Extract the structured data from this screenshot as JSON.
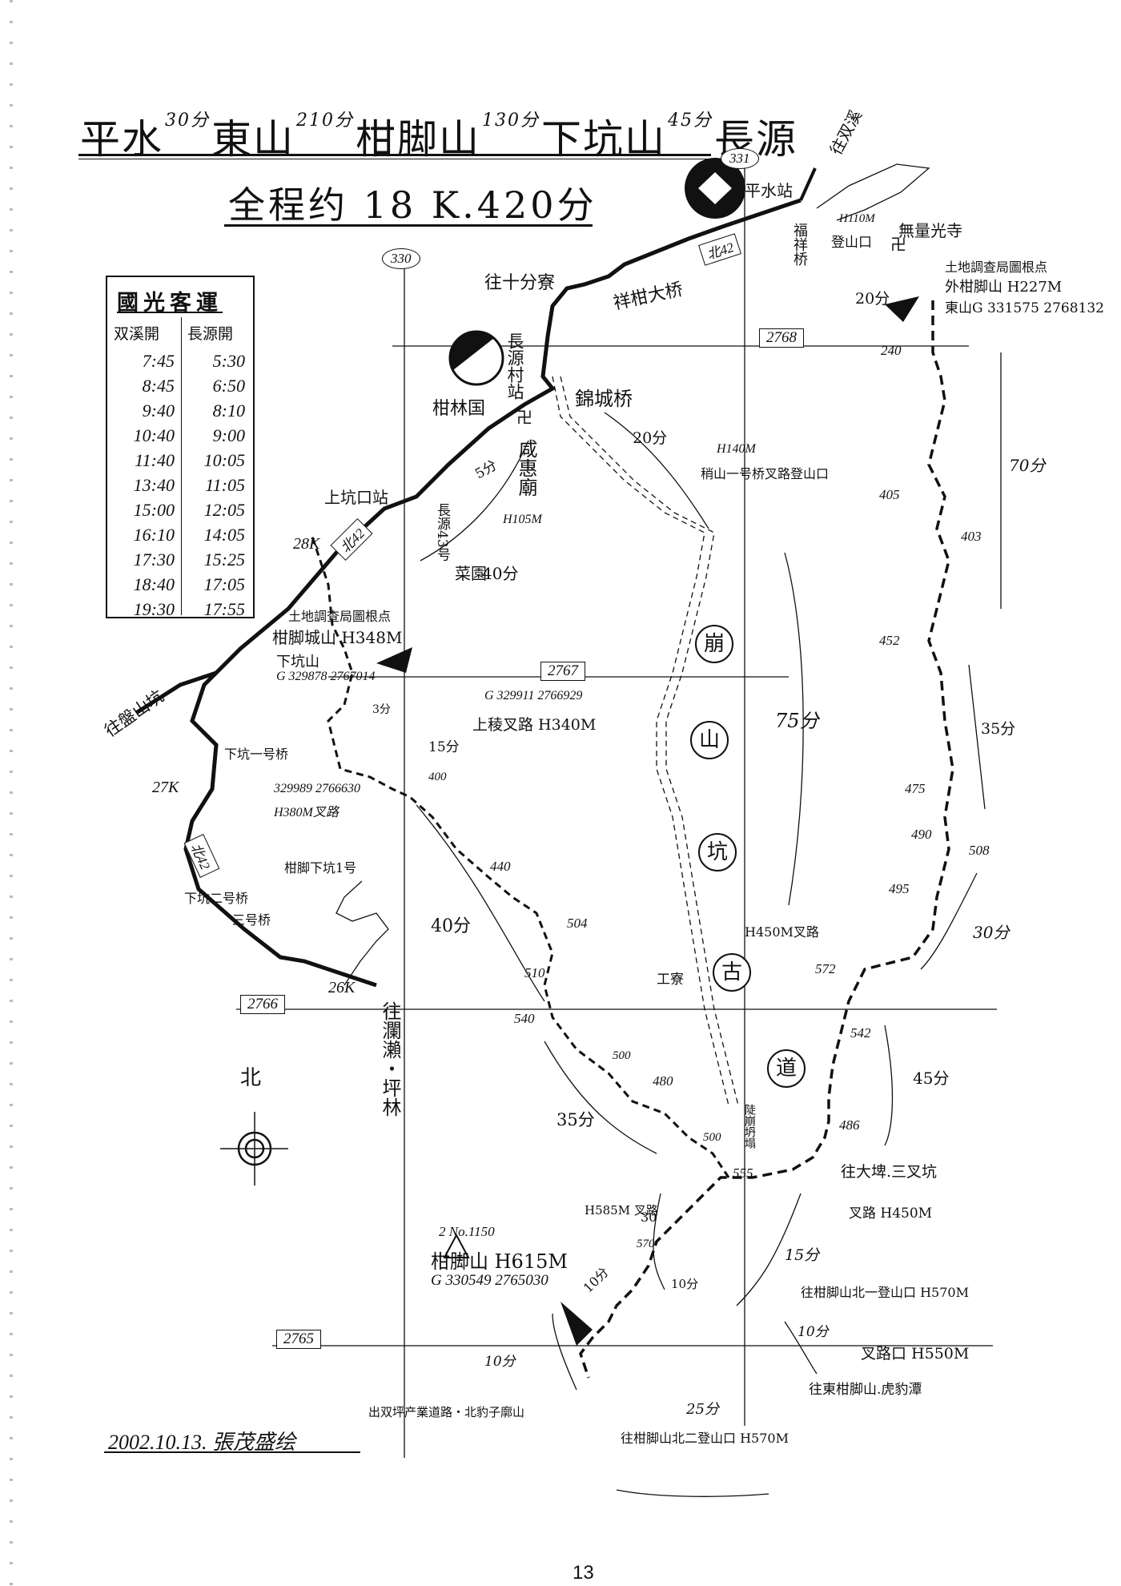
{
  "title": {
    "segments": [
      {
        "place": "平水",
        "duration": "30分"
      },
      {
        "place": "東山",
        "duration": "210分"
      },
      {
        "place": "柑脚山",
        "duration": "130分"
      },
      {
        "place": "下坑山",
        "duration": "45分"
      },
      {
        "place": "長源",
        "duration": ""
      }
    ],
    "subtitle": "全程约 18 K.420分"
  },
  "bus_schedule": {
    "title": "國光客運",
    "col1_header": "双溪開",
    "col2_header": "長源開",
    "col1_times": [
      "7:45",
      "8:45",
      "9:40",
      "10:40",
      "11:40",
      "13:40",
      "15:00",
      "16:10",
      "17:30",
      "18:40",
      "19:30"
    ],
    "col2_times": [
      "5:30",
      "6:50",
      "8:10",
      "9:00",
      "10:05",
      "11:05",
      "12:05",
      "14:05",
      "15:25",
      "17:05",
      "17:55"
    ]
  },
  "grid": {
    "x_labels": [
      "330",
      "331"
    ],
    "y_labels": [
      "2768",
      "2767",
      "2766",
      "2765"
    ]
  },
  "roads": {
    "route_label": "北42",
    "km_labels": [
      "28K",
      "27K",
      "26K"
    ]
  },
  "places": {
    "pingshui_station": "平水站",
    "to_shuangxi": "往双溪",
    "fuxiang_bridge": "福祥桥",
    "to_shifenliao": "往十分寮",
    "xianggan_bridge": "祥柑大桥",
    "jincheng_bridge": "錦城桥",
    "changyuan_village": "長源村站",
    "ganlin_school": "柑林国",
    "xianhui_temple": "咸惠廟",
    "shangkengkou_station": "上坑口站",
    "changyuan_43": "長源43号",
    "vegetable_garden": "菜園",
    "to_panshankeng": "往盤山坑",
    "xiakeng_bridge1": "下坑一号桥",
    "xiakeng_bridge2": "下坑二号桥",
    "bridge3": "三号桥",
    "to_lanlai": "往瀾瀨・坪林",
    "wuliang_temple": "無量光寺",
    "trailhead": "登山口",
    "trailhead_height": "H110M",
    "ganjiao_xiakeng": "柑脚下坑1号",
    "gongliao": "工寮",
    "shangling_junction": "上稜叉路 H340M",
    "xiakengshan_trail": "稍山一号桥叉路登山口",
    "h140": "H140M",
    "h105": "H105M",
    "to_dapu": "往大埤.三叉坑",
    "junction_450": "叉路 H450M",
    "junction_450b": "H450M叉路",
    "junction_585": "H585M 叉路",
    "east_trailhead": "往柑脚山北一登山口 H570M",
    "junction_550": "叉路口 H550M",
    "to_east_ganjiao": "往東柑脚山.虎豹潭",
    "south_trailhead": "往柑脚山北二登山口 H570M",
    "exit_road": "出双坪产業道路・北豹子廓山",
    "collapse": "陡崩坍塌",
    "north": "北"
  },
  "peaks": {
    "dongshan": {
      "survey": "土地調查局圖根点",
      "name": "外柑脚山 H227M",
      "coord": "東山G 331575 2768132"
    },
    "ganjiaocheng": {
      "survey": "土地調查局圖根点",
      "name": "柑脚城山 H348M"
    },
    "xiakengshan": {
      "name": "下坑山",
      "coord": "G 329878 2767014"
    },
    "g329911": {
      "coord": "G 329911 2766929"
    },
    "j329989": {
      "coord": "329989 2766630",
      "height": "H380M叉路"
    },
    "ganjiaoshan": {
      "number": "2 No.1150",
      "name": "柑脚山 H615M",
      "coord": "G 330549 2765030"
    }
  },
  "ancient_road": [
    "崩",
    "山",
    "坑",
    "古",
    "道"
  ],
  "elevations": [
    "240",
    "405",
    "403",
    "452",
    "475",
    "490",
    "508",
    "495",
    "572",
    "542",
    "486",
    "440",
    "504",
    "510",
    "540",
    "500",
    "480",
    "500",
    "555",
    "570",
    "400"
  ],
  "times": [
    "20分",
    "70分",
    "20分",
    "5分",
    "40分",
    "15分",
    "3分",
    "75分",
    "35分",
    "30分",
    "40分",
    "45分",
    "35分",
    "15分",
    "30",
    "10分",
    "10分",
    "10分",
    "10分",
    "25分"
  ],
  "credit": "2002.10.13. 張茂盛绘",
  "page_number": "13"
}
